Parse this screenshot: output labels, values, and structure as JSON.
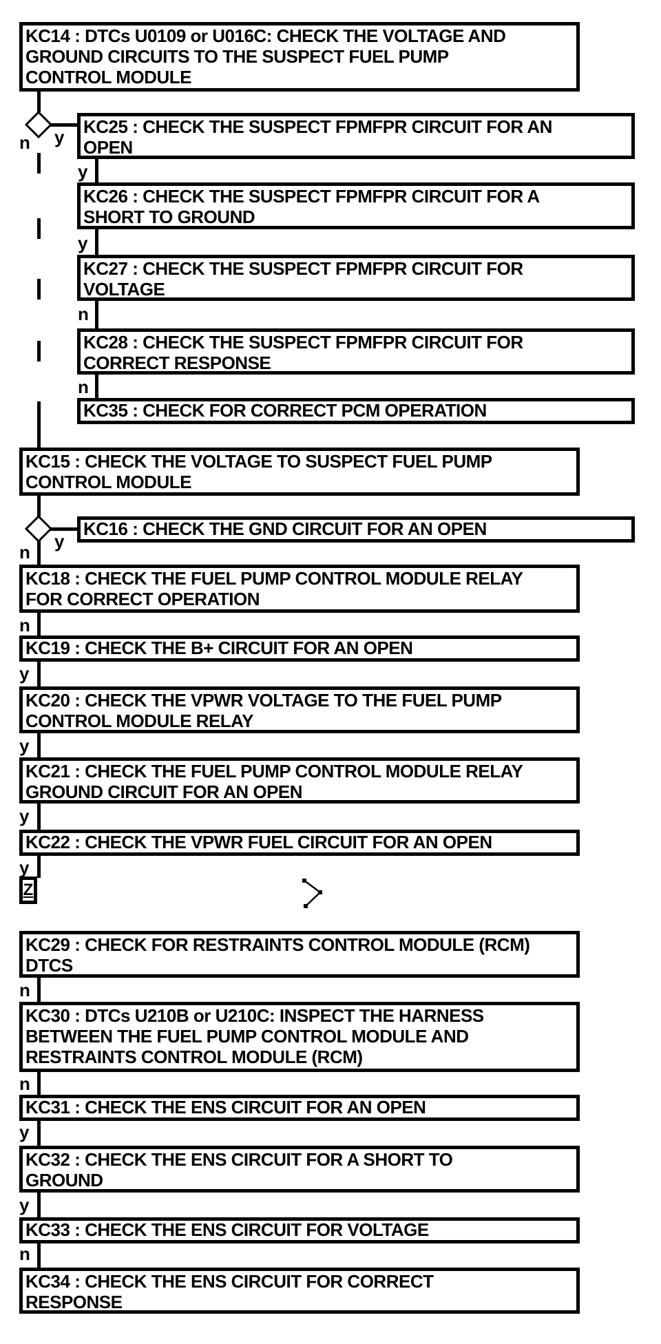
{
  "diagram": {
    "background": "#ffffff",
    "line_color": "#000000",
    "branch_labels": {
      "yes": "y",
      "no": "n"
    },
    "offpage_connector": "Z",
    "steps": {
      "kc14": "KC14 : DTCs U0109 or U016C: CHECK THE VOLTAGE AND\nGROUND CIRCUITS TO THE SUSPECT FUEL PUMP\nCONTROL MODULE",
      "kc25": "KC25 : CHECK THE SUSPECT FPMFPR CIRCUIT FOR AN\nOPEN",
      "kc26": "KC26 : CHECK THE SUSPECT FPMFPR CIRCUIT FOR A\nSHORT TO GROUND",
      "kc27": "KC27 : CHECK THE SUSPECT FPMFPR CIRCUIT FOR\nVOLTAGE",
      "kc28": "KC28 : CHECK THE SUSPECT FPMFPR CIRCUIT FOR\nCORRECT RESPONSE",
      "kc35": "KC35 : CHECK FOR CORRECT PCM OPERATION",
      "kc15": "KC15 : CHECK THE VOLTAGE TO SUSPECT FUEL PUMP\nCONTROL MODULE",
      "kc16": "KC16 : CHECK THE GND CIRCUIT FOR AN OPEN",
      "kc18": "KC18 : CHECK THE FUEL PUMP CONTROL MODULE RELAY\nFOR CORRECT OPERATION",
      "kc19": "KC19 : CHECK THE B+ CIRCUIT FOR AN OPEN",
      "kc20": "KC20 : CHECK THE VPWR VOLTAGE TO THE FUEL PUMP\nCONTROL MODULE RELAY",
      "kc21": "KC21 : CHECK THE FUEL PUMP CONTROL MODULE RELAY\nGROUND CIRCUIT FOR AN OPEN",
      "kc22": "KC22 : CHECK THE VPWR FUEL CIRCUIT FOR AN OPEN",
      "kc29": "KC29 : CHECK FOR RESTRAINTS CONTROL MODULE (RCM)\nDTCS",
      "kc30": "KC30 : DTCs U210B or U210C: INSPECT THE HARNESS\nBETWEEN THE FUEL PUMP CONTROL MODULE AND\nRESTRAINTS CONTROL MODULE (RCM)",
      "kc31": "KC31 : CHECK THE ENS CIRCUIT FOR AN OPEN",
      "kc32": "KC32 : CHECK THE ENS CIRCUIT FOR A SHORT TO\nGROUND",
      "kc33": "KC33 : CHECK THE ENS CIRCUIT FOR VOLTAGE",
      "kc34": "KC34 : CHECK THE ENS CIRCUIT FOR CORRECT\nRESPONSE"
    }
  }
}
